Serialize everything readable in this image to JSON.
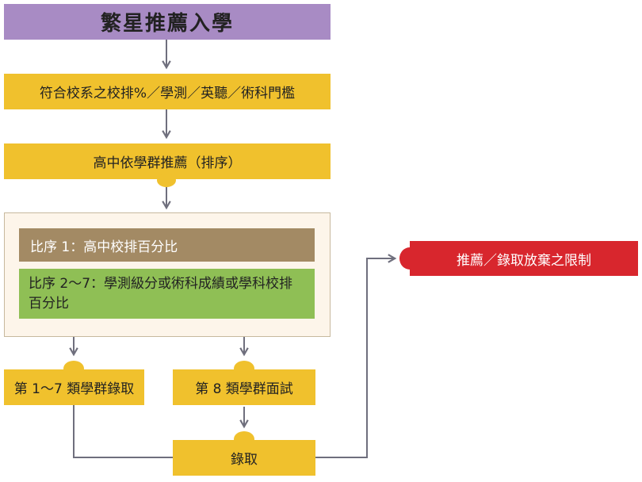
{
  "title": "繁星推薦入學",
  "steps": {
    "threshold": "符合校系之校排%／學測／英聽／術科門檻",
    "recommend": "高中依學群推薦（排序）",
    "order1": "比序 1：高中校排百分比",
    "order2": "比序 2～7：學測級分或術科成績或學科校排百分比",
    "group17": "第 1～7 類學群錄取",
    "group8": "第 8 類學群面試",
    "admit": "錄取",
    "limit": "推薦／錄取放棄之限制"
  },
  "colors": {
    "title_bg": "#a88bc4",
    "step_bg": "#f0c12d",
    "order1_bg": "#a38a64",
    "order2_bg": "#8fbf55",
    "limit_bg": "#d8262d",
    "connector": "#6f6f7d"
  }
}
